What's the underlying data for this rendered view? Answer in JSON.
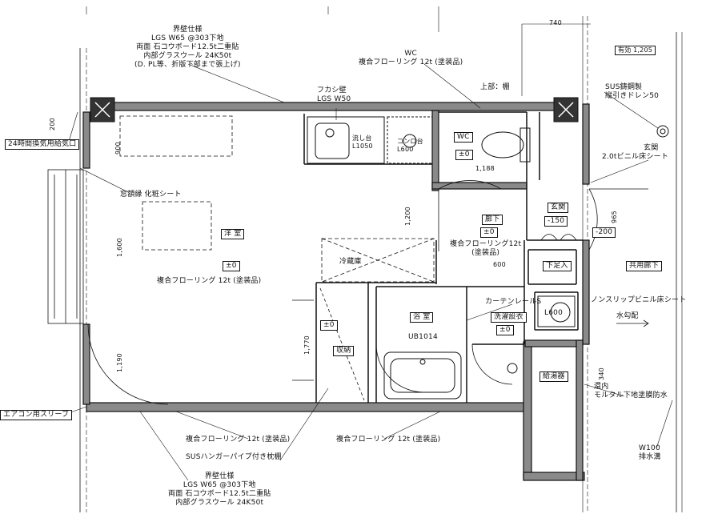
{
  "dims": {
    "top_740": "740",
    "top_door_1205": "有効 1,205",
    "left_200": "200",
    "left_900": "900",
    "left_1600": "1,600",
    "left_1190": "1,190",
    "wc_1188": "1,188",
    "corr_1200": "1,200",
    "entr_965": "965",
    "d_600": "600",
    "bath_1770": "1,770",
    "right_340": "340"
  },
  "callouts": {
    "wall_top": [
      "界壁仕様",
      "LGS W65 @303下地",
      "両面 石コウボード12.5t二重貼",
      "内部グラスウール 24K50t",
      "(D. PL等、折版下部まで張上げ)"
    ],
    "wc_floor": [
      "WC",
      "複合フローリング 12t (塗装品)"
    ],
    "fukashi": [
      "フカシ壁",
      "LGS W50"
    ],
    "upper_door": "上部：棚",
    "drain": [
      "SUS鋳鋼製",
      "縦引きドレン50"
    ],
    "vent": "24時間換気用給気口",
    "window_sheet": "窓額縁 化粧シート",
    "vinyl_sheet": [
      "玄関",
      "2.0tビニル床シート"
    ],
    "curtain": "カーテンレールS",
    "nonslip": "ノンスリップビニル床シート",
    "slope": "水勾配",
    "aircon": "エアコン用スリーブ",
    "conc": [
      "還内",
      "モルタル下地塗膜防水"
    ],
    "drain_w100": [
      "W100",
      "排水溝"
    ],
    "floor_b1": "複合フローリング 12t (塗装品)",
    "floor_b2": "複合フローリング 12t (塗装品)",
    "hanger": "SUSハンガーパイプ付き枕棚",
    "wall_bottom": [
      "界壁仕様",
      "LGS W65 @303下地",
      "両面 石コウボード12.5t二重貼",
      "内部グラスウール 24K50t"
    ]
  },
  "rooms": {
    "youshitsu": "洋 室",
    "youshitsu_pm": "±0",
    "youshitsu_floor": "複合フローリング 12t (塗装品)",
    "sink": [
      "流し台",
      "L1050"
    ],
    "stove": [
      "コンロ台",
      "L600"
    ],
    "wc": "WC",
    "wc_pm": "±0",
    "hall": "廊下",
    "hall_pm": "±0",
    "hall_floor": [
      "複合フローリング12t",
      "(塗装品)"
    ],
    "genkan": "玄関",
    "genkan_lvl": "-150",
    "genkan_lvl2": "-200",
    "shoe": "下足入",
    "common_hall": "共用廊下",
    "fridge": "冷蔵庫",
    "storage_pm": "±0",
    "storage": "収納",
    "bath": "浴 室",
    "bath_model": "UB1014",
    "wash": "洗濯設衣",
    "wash_pm": "±0",
    "lav": "L600",
    "balcony": "給湯器"
  }
}
